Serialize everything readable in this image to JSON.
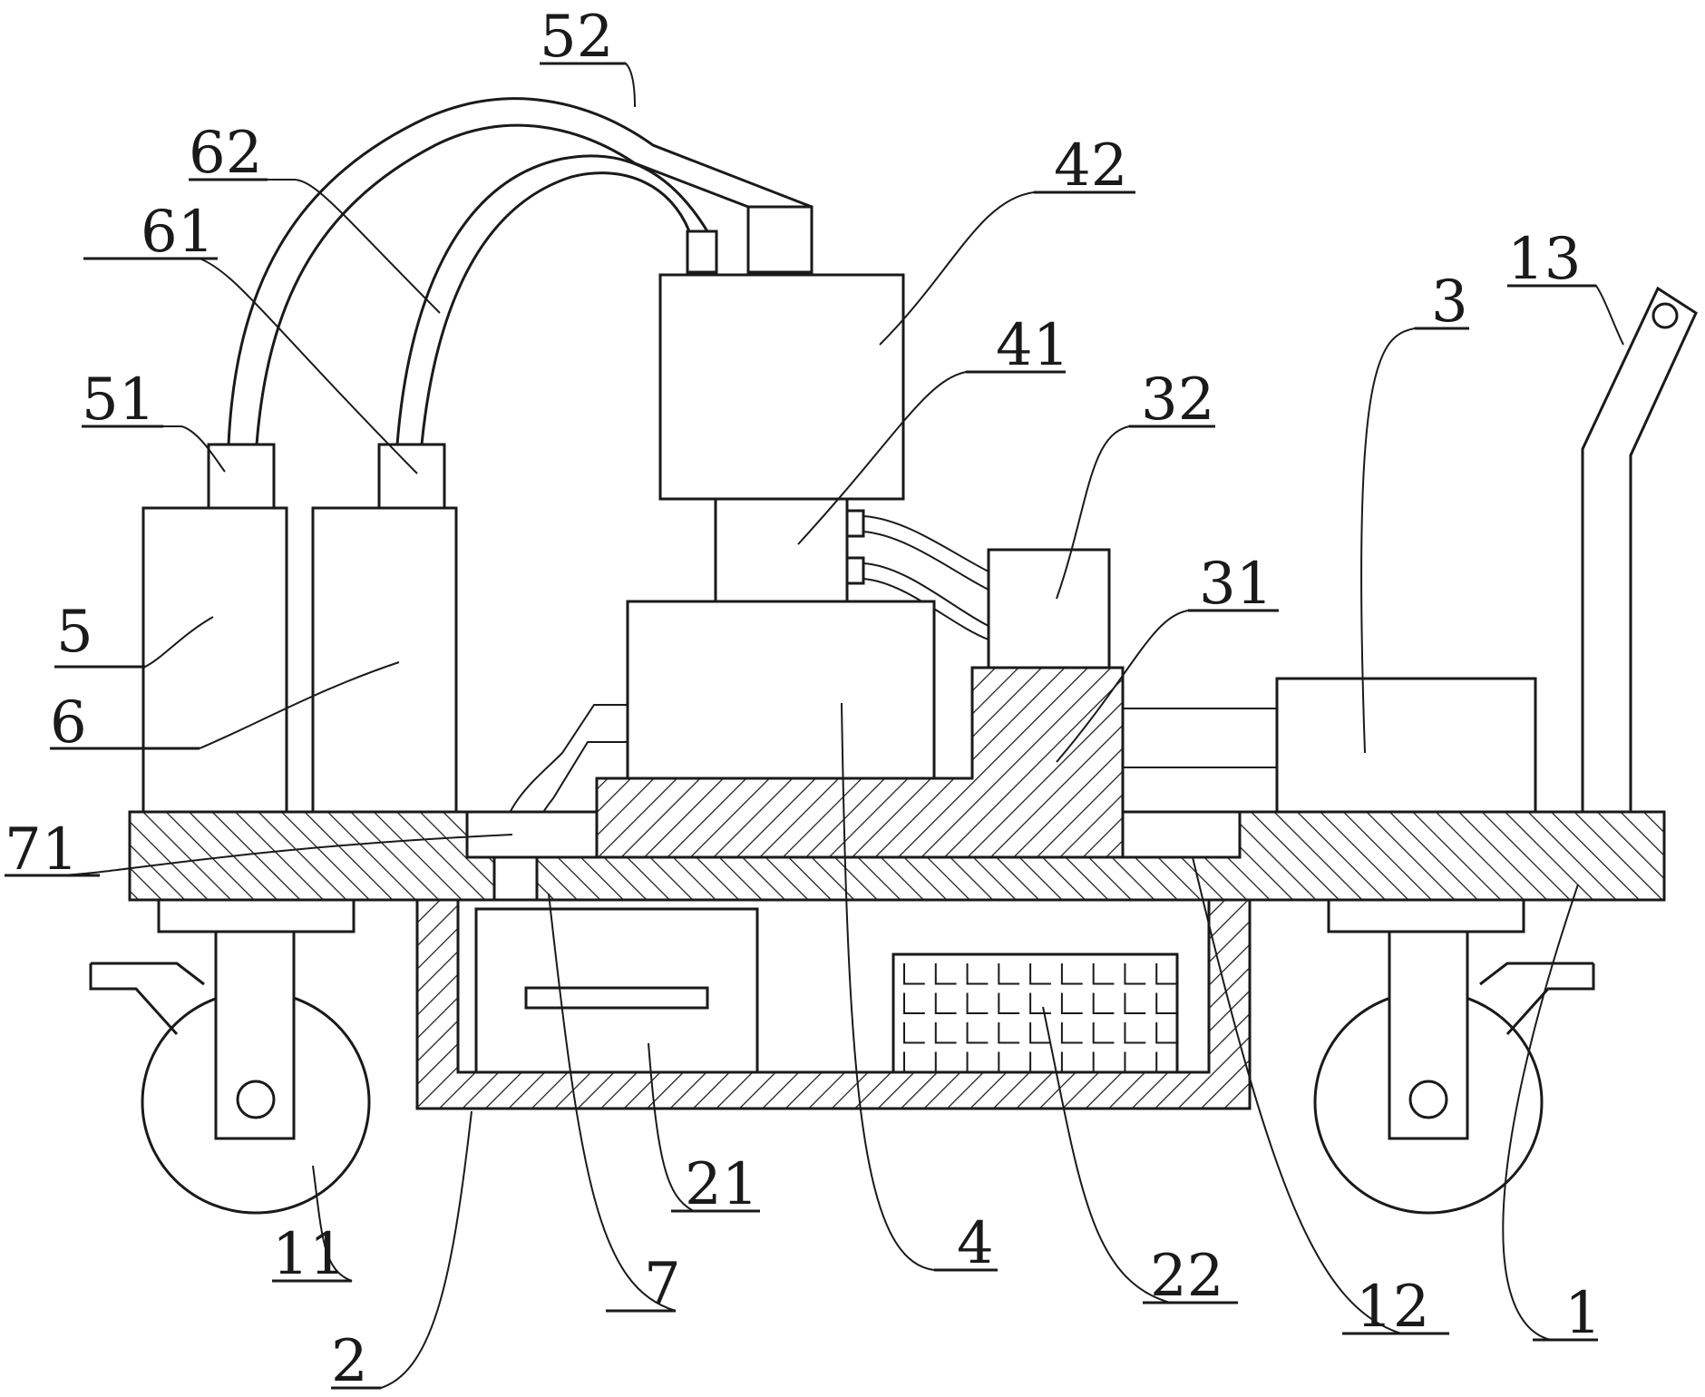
{
  "diagram": {
    "type": "patent-line-drawing",
    "description": "Cart-mounted apparatus with cylinders, pipes, control boxes and hatched frame sections",
    "labels": [
      {
        "id": "l52",
        "text": "52"
      },
      {
        "id": "l62",
        "text": "62"
      },
      {
        "id": "l61",
        "text": "61"
      },
      {
        "id": "l51",
        "text": "51"
      },
      {
        "id": "l42",
        "text": "42"
      },
      {
        "id": "l41",
        "text": "41"
      },
      {
        "id": "l32",
        "text": "32"
      },
      {
        "id": "l31",
        "text": "31"
      },
      {
        "id": "l3",
        "text": "3"
      },
      {
        "id": "l13",
        "text": "13"
      },
      {
        "id": "l5",
        "text": "5"
      },
      {
        "id": "l6",
        "text": "6"
      },
      {
        "id": "l71",
        "text": "71"
      },
      {
        "id": "l11",
        "text": "11"
      },
      {
        "id": "l2",
        "text": "2"
      },
      {
        "id": "l7",
        "text": "7"
      },
      {
        "id": "l21",
        "text": "21"
      },
      {
        "id": "l4",
        "text": "4"
      },
      {
        "id": "l22",
        "text": "22"
      },
      {
        "id": "l12",
        "text": "12"
      },
      {
        "id": "l1",
        "text": "1"
      }
    ]
  }
}
